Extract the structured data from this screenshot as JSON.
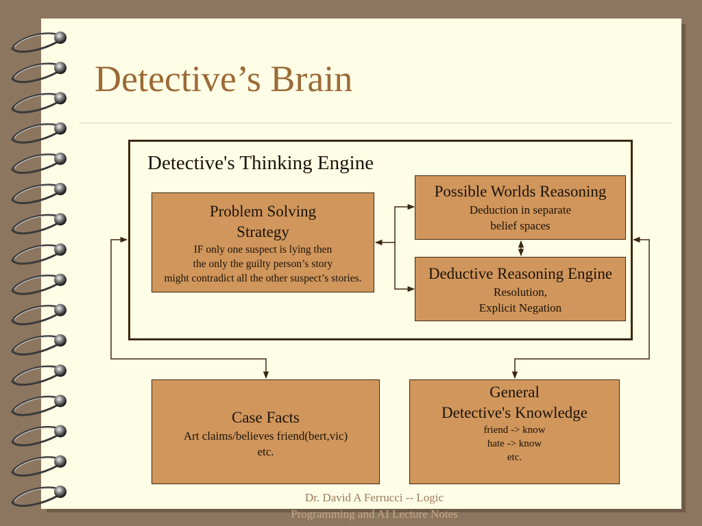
{
  "slide": {
    "title": "Detective’s Brain"
  },
  "diagram": {
    "engine_label": "Detective's Thinking Engine",
    "problem_solving": {
      "title_line1": "Problem Solving",
      "title_line2": "Strategy",
      "lines": [
        "IF only one suspect is lying then",
        "the only the guilty person’s story",
        "might contradict all the other suspect’s stories."
      ]
    },
    "possible_worlds": {
      "title": "Possible Worlds Reasoning",
      "lines": [
        "Deduction in separate",
        "belief spaces"
      ]
    },
    "deductive_engine": {
      "title": "Deductive Reasoning Engine",
      "lines": [
        "Resolution,",
        "Explicit Negation"
      ]
    },
    "case_facts": {
      "title": "Case Facts",
      "lines": [
        "Art claims/believes friend(bert,vic)",
        "etc."
      ]
    },
    "general_knowledge": {
      "title_line1": "General",
      "title_line2": "Detective's Knowledge",
      "lines": [
        "friend -> know",
        "hate -> know",
        "etc."
      ]
    }
  },
  "footer": {
    "line1": "Dr. David A Ferrucci   -- Logic",
    "line2": "Programming and AI Lecture Notes"
  },
  "colors": {
    "background": "#8c7660",
    "page": "#fefde6",
    "title": "#9b6a36",
    "box_fill": "#d0965c",
    "line": "#3d2810"
  },
  "icons": {
    "binding": "spiral-binding-icon"
  }
}
